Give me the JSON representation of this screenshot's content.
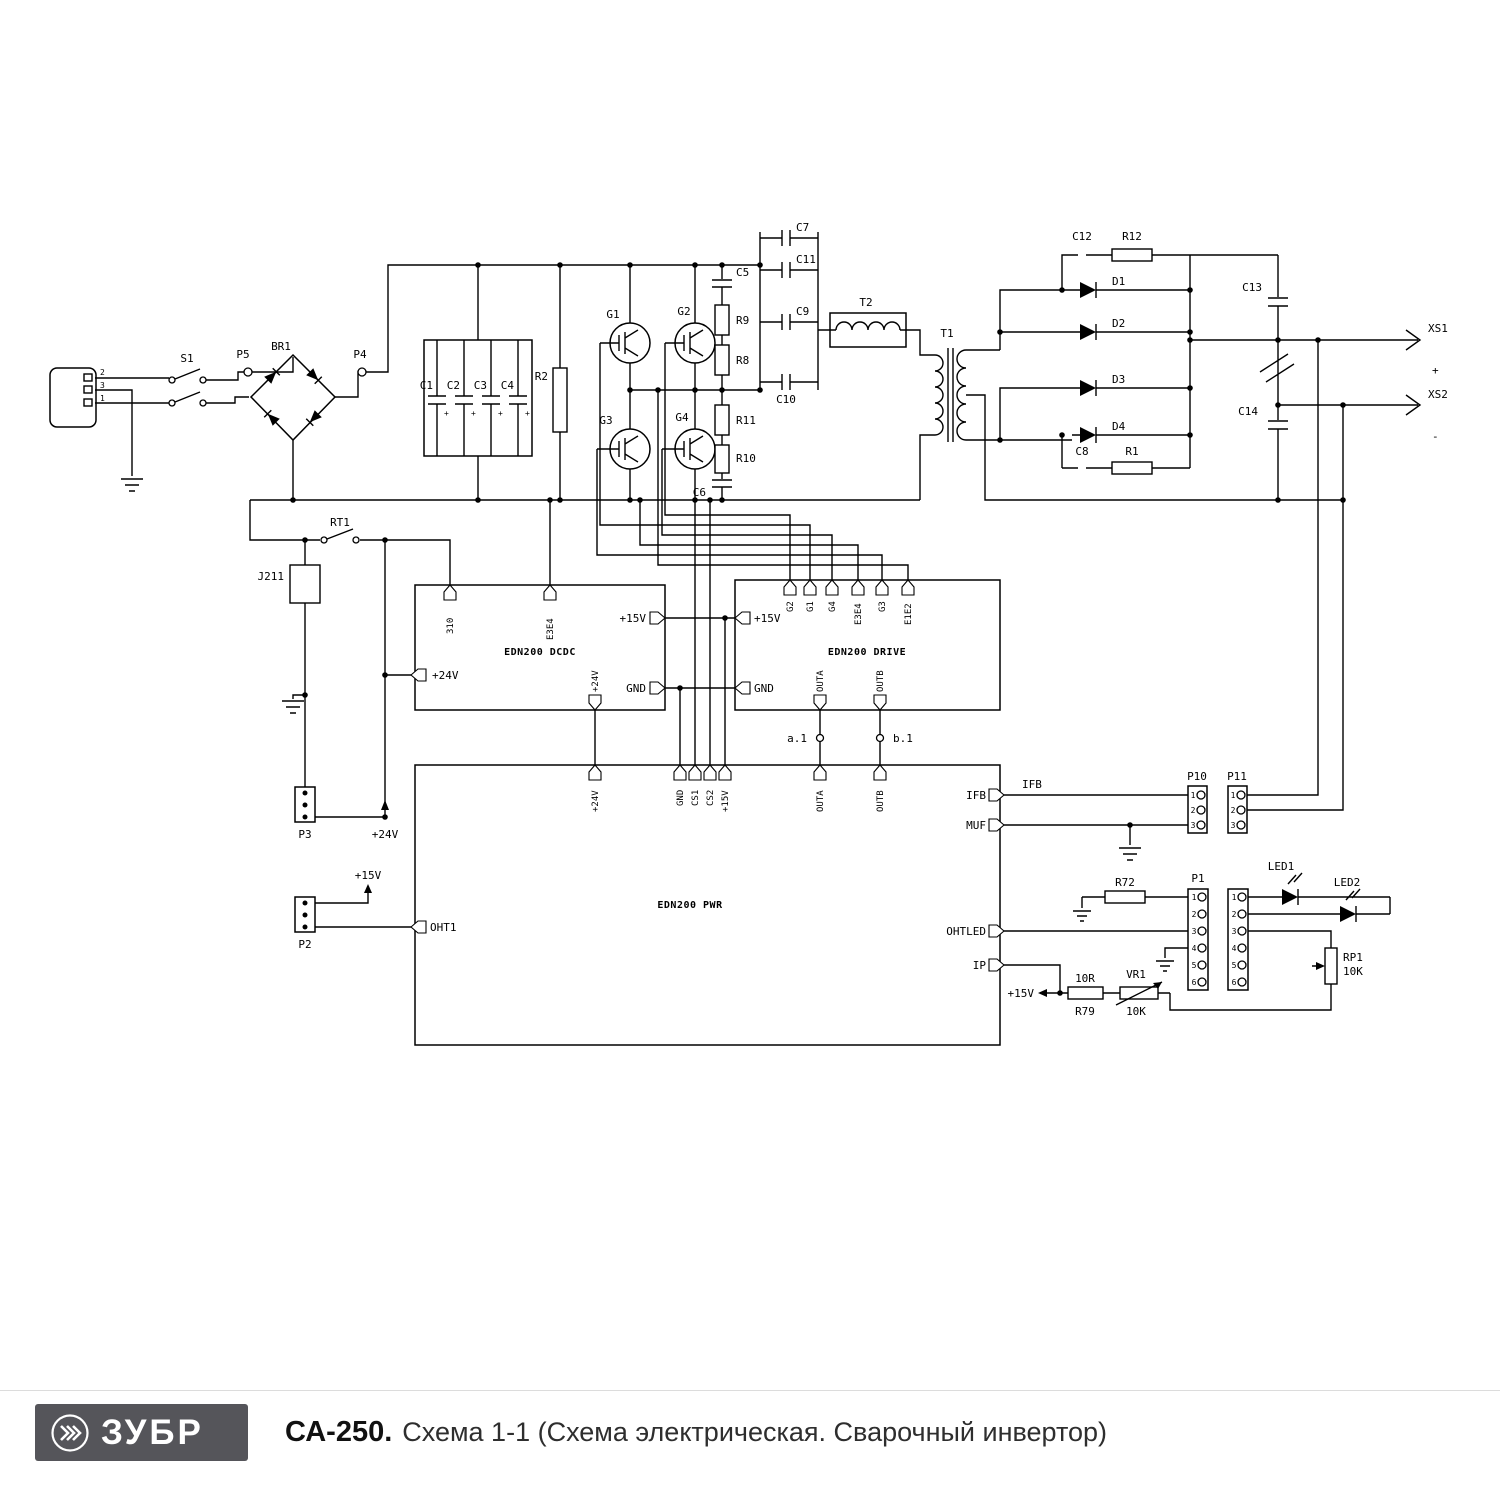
{
  "footer": {
    "brand": "ЗУБР",
    "model": "СА-250.",
    "subtitle": "Схема 1-1 (Схема электрическая. Сварочный инвертор)"
  },
  "plug_pins": [
    "2",
    "3",
    "1"
  ],
  "conn_pins": [
    "1",
    "2",
    "3",
    "4",
    "5",
    "6"
  ],
  "blocks": {
    "dcdc": "EDN200 DCDC",
    "drive": "EDN200 DRIVE",
    "pwr": "EDN200 PWR"
  },
  "nets": {
    "v15": "+15V",
    "v24": "+24V",
    "gnd": "GND",
    "e3e4": "E3E4",
    "e1e2": "E1E2",
    "g310": "310",
    "outa": "OUTA",
    "outb": "OUTB",
    "cs1": "CS1",
    "cs2": "CS2",
    "ifb": "IFB",
    "muf": "MUF",
    "ohtled": "OHTLED",
    "ip": "IP",
    "oht1": "OHT1",
    "a1": "a.1",
    "b1": "b.1",
    "plus": "+",
    "minus": "-"
  },
  "labels": {
    "s1": "S1",
    "p5": "P5",
    "br1": "BR1",
    "p4": "P4",
    "rt1": "RT1",
    "j211": "J211",
    "p3": "P3",
    "p2": "P2",
    "p1": "P1",
    "p10": "P10",
    "p11": "P11",
    "c1": "C1",
    "c2": "C2",
    "c3": "C3",
    "c4": "C4",
    "c5": "C5",
    "c6": "C6",
    "c7": "C7",
    "c8": "C8",
    "c9": "C9",
    "c10": "C10",
    "c11": "C11",
    "c12": "C12",
    "c13": "C13",
    "c14": "C14",
    "r1": "R1",
    "r2": "R2",
    "r8": "R8",
    "r9": "R9",
    "r10": "R10",
    "r11": "R11",
    "r12": "R12",
    "r72": "R72",
    "r79": "R79",
    "r79_val": "10R",
    "vr1": "VR1",
    "vr1_val": "10K",
    "rp1": "RP1",
    "rp1_val": "10K",
    "g1": "G1",
    "g2": "G2",
    "g3": "G3",
    "g4": "G4",
    "d1": "D1",
    "d2": "D2",
    "d3": "D3",
    "d4": "D4",
    "t1": "T1",
    "t2": "T2",
    "led1": "LED1",
    "led2": "LED2",
    "xs1": "XS1",
    "xs2": "XS2"
  }
}
